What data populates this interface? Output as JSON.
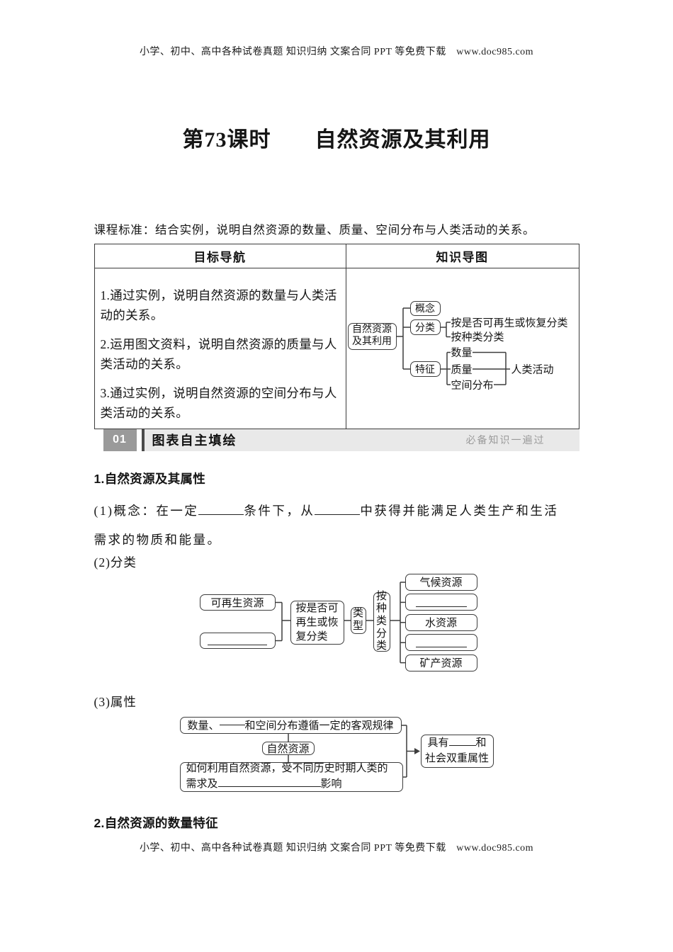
{
  "page": {
    "header_text": "小学、初中、高中各种试卷真题 知识归纳 文案合同 PPT 等免费下载　www.doc985.com",
    "footer_text": "小学、初中、高中各种试卷真题 知识归纳 文案合同 PPT 等免费下载　www.doc985.com",
    "title": "第73课时　　自然资源及其利用",
    "course_standard": "课程标准：结合实例，说明自然资源的数量、质量、空间分布与人类活动的关系。"
  },
  "nav_table": {
    "col1_header": "目标导航",
    "col2_header": "知识导图",
    "goals": [
      "1.通过实例，说明自然资源的数量与人类活动的关系。",
      "2.运用图文资料，说明自然资源的质量与人类活动的关系。",
      "3.通过实例，说明自然资源的空间分布与人类活动的关系。"
    ],
    "mindmap": {
      "root": "自然资源及其利用",
      "concept": "概念",
      "classify": "分类",
      "classify_items": [
        "按是否可再生或恢复分类",
        "按种类分类"
      ],
      "feature": "特征",
      "feature_items": [
        "数量",
        "质量",
        "空间分布"
      ],
      "feature_result": "人类活动"
    }
  },
  "section_bar": {
    "number": "01",
    "title": "图表自主填绘",
    "subtitle": "必备知识一遍过"
  },
  "part1": {
    "heading": "1.自然资源及其属性",
    "concept": {
      "p1": "(1)概念：在一定",
      "p2": "条件下，从",
      "p3": "中获得并能满足人类生产和生活",
      "line2": "需求的物质和能量。"
    },
    "classify_label": "(2)分类",
    "classify_diagram": {
      "renewable": "可再生资源",
      "criteria_renew": "按是否可再生或恢复分类",
      "type": "类型",
      "criteria_kind": "按种类分类",
      "kinds": [
        "气候资源",
        "水资源",
        "矿产资源"
      ]
    },
    "attr_label": "(3)属性",
    "attr_diagram": {
      "top_p1": "数量、",
      "top_p2": "和空间分布遵循一定的客观规律",
      "center": "自然资源",
      "bottom_line1": "如何利用自然资源，受不同历史时期人类的",
      "bottom_p1": "需求及",
      "bottom_p2": "影响",
      "right_p1": "具有",
      "right_p2": "和",
      "right_line2": "社会双重属性"
    }
  },
  "part2": {
    "heading": "2.自然资源的数量特征"
  }
}
